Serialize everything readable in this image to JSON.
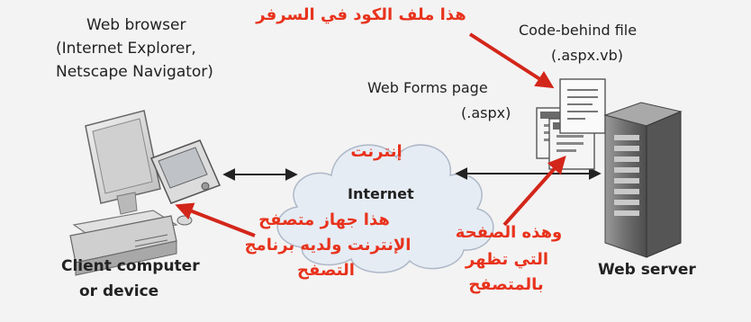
{
  "labels": {
    "browser_line1": "Web browser",
    "browser_line2": "(Internet Explorer,",
    "browser_line3": "Netscape Navigator)",
    "codebehind_line1": "Code-behind file",
    "codebehind_line2": "(.aspx.vb)",
    "webforms_line1": "Web Forms page",
    "webforms_line2": "(.aspx)",
    "internet": "Internet",
    "client_line1": "Client computer",
    "client_line2": "or device",
    "server": "Web server"
  },
  "annotations": {
    "codebehind_note": "هذا ملف الكود في السرفر",
    "internet_note": "إنترنت",
    "client_note_line1": "هذا جهاز متصفح",
    "client_note_line2": "الإنترنت ولديه برنامج",
    "client_note_line3": "التصفح",
    "page_note_line1": "وهذه الصفحة",
    "page_note_line2": "التي تظهر",
    "page_note_line3": "بالمتصفح"
  },
  "colors": {
    "annotation": "#e8321c",
    "background": "#f3f3f3",
    "cloud": "#e6ecf4",
    "server": "#7b7b7b"
  }
}
